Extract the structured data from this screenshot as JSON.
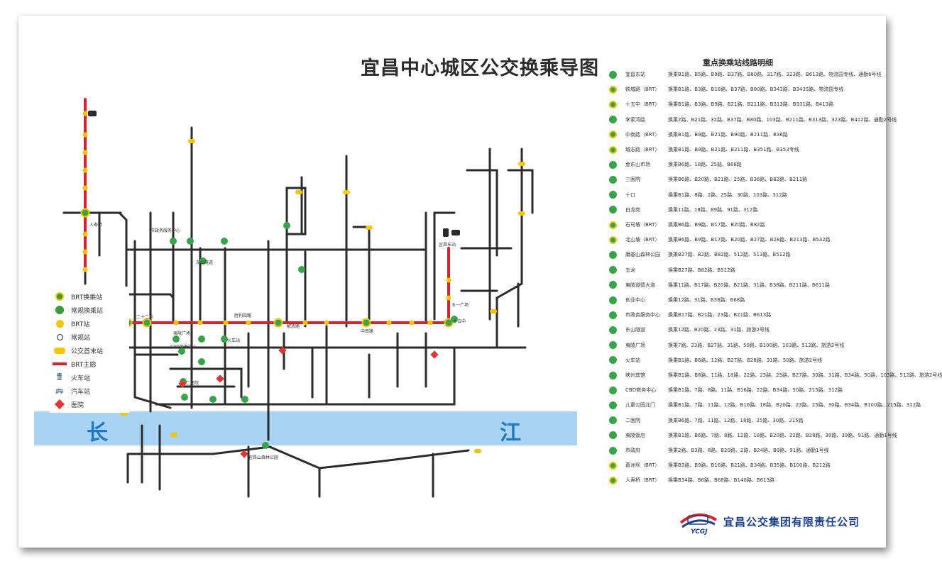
{
  "map": {
    "title": "宜昌中心城区公交换乘导图",
    "river_chars": [
      "长",
      "江"
    ]
  },
  "legend": [
    {
      "icon": "brt-hub-icon",
      "label": "BRT换乘站"
    },
    {
      "icon": "hub-icon",
      "label": "常规换乘站"
    },
    {
      "icon": "brt-stop-icon",
      "label": "BRT站"
    },
    {
      "icon": "stop-icon",
      "label": "常规站"
    },
    {
      "icon": "parking-icon",
      "label": "公交首末站"
    },
    {
      "icon": "brt-line-icon",
      "label": "BRT主廊"
    },
    {
      "icon": "train-icon",
      "label": "火车站"
    },
    {
      "icon": "bus-icon",
      "label": "汽车站"
    },
    {
      "icon": "hospital-icon",
      "label": "医院"
    }
  ],
  "map_labels": [
    {
      "text": "人寿桥"
    },
    {
      "text": "二十二中"
    },
    {
      "text": "东站"
    },
    {
      "text": "宜昌东站"
    },
    {
      "text": "十五中"
    },
    {
      "text": "五一广场"
    },
    {
      "text": "夷陵广场"
    },
    {
      "text": "CBD商务中心"
    },
    {
      "text": "火车站"
    },
    {
      "text": "二医院"
    },
    {
      "text": "市政务服务中心"
    },
    {
      "text": "东山隧道"
    },
    {
      "text": "解放路"
    },
    {
      "text": "宜昌山森林公园"
    },
    {
      "text": "胜利四路"
    },
    {
      "text": "中南路"
    }
  ],
  "panel": {
    "title": "重点换乘站线路明细",
    "rows": [
      {
        "brt": false,
        "name": "宜昌东站",
        "routes": "换乘B1路、B5路、B9路、B37路、B80路、317路、323路、B613路、物流园专线、通勤6号线"
      },
      {
        "brt": true,
        "name": "铁城路（BRT）",
        "routes": "换乘B1路、B3路、B18路、B37路、B80路、B343路、B343S路、物流园专线"
      },
      {
        "brt": true,
        "name": "十五中（BRT）",
        "routes": "换乘B1路、B3路、B9路、B21路、B211路、B313路、B331路、B413路"
      },
      {
        "brt": false,
        "name": "李家湾路",
        "routes": "换乘2路、B21路、32路、B37路、B80路、103路、B211路、B313路、323路、B412路、通勤2号线"
      },
      {
        "brt": true,
        "name": "中南路（BRT）",
        "routes": "换乘B1路、B9路、B21路、B90路、B211路、B36路"
      },
      {
        "brt": true,
        "name": "城志路（BRT）",
        "routes": "换乘B1路、B9路、B21路、B211路、B351路、B353专线"
      },
      {
        "brt": false,
        "name": "金东山市场",
        "routes": "换乘B6路、18路、25路、B68路"
      },
      {
        "brt": false,
        "name": "三医院",
        "routes": "换乘B6路、B20路、B21路、25路、B36路、B82路、B211路"
      },
      {
        "brt": false,
        "name": "十口",
        "routes": "换乘B1路、8路、2路、25路、30路、103路、312路"
      },
      {
        "brt": false,
        "name": "白龙岗",
        "routes": "换乘11路、18路、B9路、91路、312路"
      },
      {
        "brt": true,
        "name": "石马坡（BRT）",
        "routes": "换乘B6路、B9路、B17路、B20路、B82路"
      },
      {
        "brt": true,
        "name": "北山坡（BRT）",
        "routes": "换乘B6路、B9路、B17路、B20路、B27路、B28路、B213路、B532路"
      },
      {
        "brt": false,
        "name": "磨基山森林公园",
        "routes": "换乘B27路、B2路、B82路、512路、513路、B512路"
      },
      {
        "brt": false,
        "name": "五龙",
        "routes": "换乘B27路、B82路、B512路"
      },
      {
        "brt": false,
        "name": "夷陵道德大道",
        "routes": "换乘11路、B17路、B20路、B21路、31路、B38路、B211路、B611路"
      },
      {
        "brt": false,
        "name": "创业中心",
        "routes": "换乘12路、31路、B38路、B68路"
      },
      {
        "brt": false,
        "name": "市政务服务中心",
        "routes": "换乘B17路、B21路、23路、B21路、B613路"
      },
      {
        "brt": false,
        "name": "东山隧道",
        "routes": "换乘12路、B20路、23路、31路、旅游2号线"
      },
      {
        "brt": false,
        "name": "夷陵广场",
        "routes": "换乘7路、23路、B27路、31路、50路、B100路、103路、512路、旅游2号线"
      },
      {
        "brt": false,
        "name": "火车站",
        "routes": "换乘B1路、B6路、12路、B27路、B28路、31路、50路、旅游2号线"
      },
      {
        "brt": false,
        "name": "峡州宾馆",
        "routes": "换乘B1路、B8路、11路、18路、22路、23路、25路、B27路、30路、31路、B34路、50路、103路、512路、旅游2号线"
      },
      {
        "brt": false,
        "name": "CBD商务中心",
        "routes": "换乘B1路、7路、8路、11路、B16路、22路、B34路、50路、215路、312路"
      },
      {
        "brt": false,
        "name": "儿童公园北门",
        "routes": "换乘B1路、7路、11路、12路、B16路、18路、B20路、23路、25路、30路、B34路、B100路、215路、312路"
      },
      {
        "brt": false,
        "name": "二医院",
        "routes": "换乘B6路、7路、11路、12路、18路、25路、30路、215路"
      },
      {
        "brt": false,
        "name": "夷陵饭店",
        "routes": "换乘B1路、B6路、7路、8路、12路、18路、B20路、22路、B28路、30路、39路、91路、通勤1号线"
      },
      {
        "brt": false,
        "name": "市政府",
        "routes": "换乘2路、B3路、8路、B20路、2路、B24路、B9路、91路、通勤1号线"
      },
      {
        "brt": true,
        "name": "葛洲坝（BRT）",
        "routes": "换乘B3路、B9路、B16路、B21路、B34路、B35路、B100路、B212路"
      },
      {
        "brt": true,
        "name": "人寿桥（BRT）",
        "routes": "换乘B34路、B6路、B68路、B140路、B613路"
      }
    ]
  },
  "company": {
    "logo_text": "YCGJ",
    "name": "宜昌公交集团有限责任公司"
  },
  "colors": {
    "brt": "#d2252b",
    "line": "#2b2b2b",
    "river": "#a9d3f2",
    "hub": "#3aa34a",
    "stop_fill": "#f2c600"
  }
}
